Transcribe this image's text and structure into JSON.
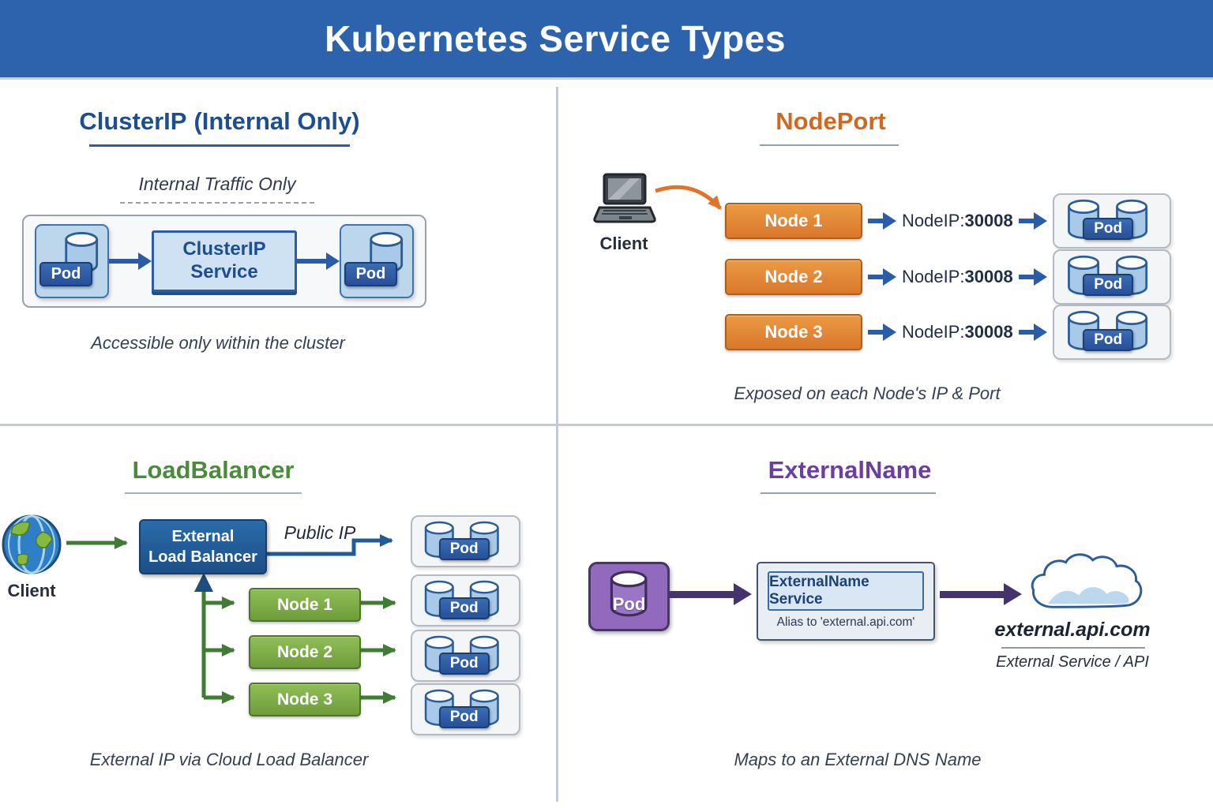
{
  "header": {
    "title": "Kubernetes Service Types"
  },
  "quadrants": {
    "clusterip": {
      "title": "ClusterIP",
      "subtitle": "(Internal Only)",
      "flow_label": "Internal Traffic Only",
      "pod_left_label": "Pod",
      "service_label_line1": "ClusterIP",
      "service_label_line2": "Service",
      "pod_right_label": "Pod",
      "caption": "Accessible only within the cluster"
    },
    "nodeport": {
      "title": "NodePort",
      "client_label": "Client",
      "rows": [
        {
          "node_label": "Node 1",
          "nodeip_label": "NodeIP:",
          "port": "30008",
          "pod_label": "Pod"
        },
        {
          "node_label": "Node 2",
          "nodeip_label": "NodeIP:",
          "port": "30008",
          "pod_label": "Pod"
        },
        {
          "node_label": "Node 3",
          "nodeip_label": "NodeIP:",
          "port": "30008",
          "pod_label": "Pod"
        }
      ],
      "caption": "Exposed on each Node's IP & Port"
    },
    "loadbalancer": {
      "title": "LoadBalancer",
      "client_label": "Client",
      "lb_label_line1": "External",
      "lb_label_line2": "Load Balancer",
      "public_ip_label": "Public IP",
      "public_pod_label": "Pod",
      "rows": [
        {
          "node_label": "Node 1",
          "pod_label": "Pod"
        },
        {
          "node_label": "Node 2",
          "pod_label": "Pod"
        },
        {
          "node_label": "Node 3",
          "pod_label": "Pod"
        }
      ],
      "caption": "External IP via Cloud Load Balancer"
    },
    "externalname": {
      "title": "ExternalName",
      "pod_label": "Pod",
      "service_title": "ExternalName Service",
      "service_alias": "Alias to 'external.api.com'",
      "dns_name": "external.api.com",
      "dns_caption": "External Service / API",
      "caption": "Maps to an External DNS Name"
    }
  },
  "colors": {
    "header_bg": "#2d63ad",
    "clusterip_accent": "#1d4e8f",
    "nodeport_accent": "#cf6820",
    "loadbalancer_accent": "#4c8a3c",
    "externalname_accent": "#6b3f9e",
    "pod_badge_blue": "#2a5ca8",
    "node_box_orange": "#e0832f",
    "node_box_green": "#76a83e",
    "lb_box_blue": "#1f5c99",
    "arrow_blue": "#2a5ca8",
    "arrow_green": "#3e7d33",
    "arrow_orange": "#e0752a",
    "arrow_purple": "#45336e",
    "pod_purple": "#9169bd"
  }
}
